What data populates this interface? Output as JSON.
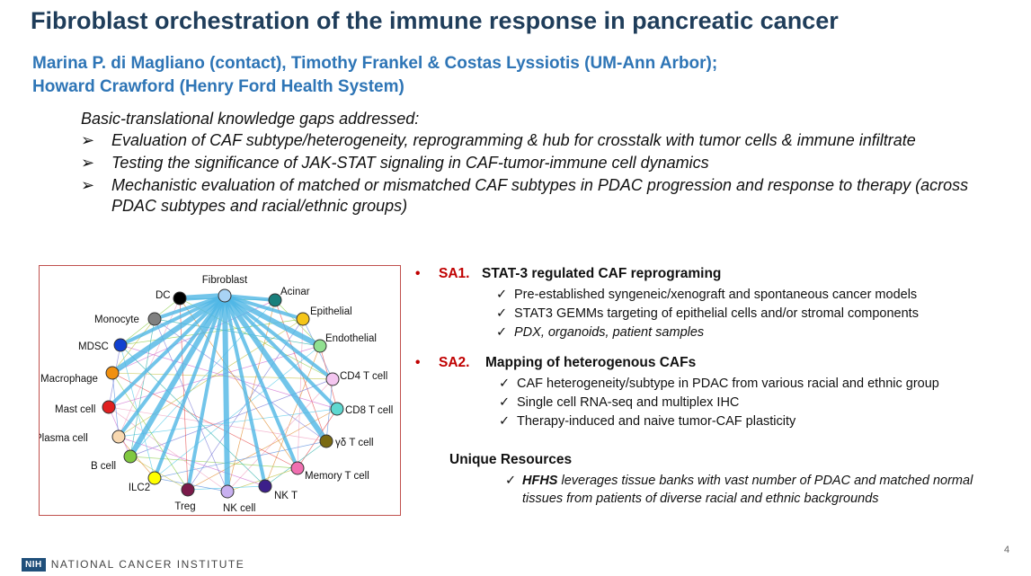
{
  "slide": {
    "title": "Fibroblast orchestration of the immune response in pancreatic cancer",
    "authors_line1": "Marina P. di Magliano (contact), Timothy Frankel & Costas Lyssiotis (UM-Ann Arbor);",
    "authors_line2": "Howard Crawford (Henry Ford Health System)",
    "page_number": "4"
  },
  "gaps": {
    "heading": "Basic-translational knowledge gaps addressed:",
    "bullet_glyph": "➢",
    "items": [
      "Evaluation of CAF subtype/heterogeneity, reprogramming & hub for crosstalk with tumor cells & immune infiltrate",
      "Testing the significance of JAK-STAT signaling in CAF-tumor-immune cell dynamics",
      "Mechanistic evaluation of matched or mismatched CAF subtypes in PDAC progression and response to therapy (across PDAC subtypes and racial/ethnic groups)"
    ]
  },
  "network": {
    "nodes": [
      {
        "label": "Fibroblast",
        "color": "#a9d3f5"
      },
      {
        "label": "Acinar",
        "color": "#1a7f7c"
      },
      {
        "label": "Epithelial",
        "color": "#f5c518"
      },
      {
        "label": "Endothelial",
        "color": "#90e090"
      },
      {
        "label": "CD4 T cell",
        "color": "#f4c6f0"
      },
      {
        "label": "CD8 T cell",
        "color": "#5fd8d0"
      },
      {
        "label": "γδ T cell",
        "color": "#7a6a12"
      },
      {
        "label": "Memory T cell",
        "color": "#f06fb0"
      },
      {
        "label": "NK T",
        "color": "#3c1f8a"
      },
      {
        "label": "NK cell",
        "color": "#c8b0f0"
      },
      {
        "label": "Treg",
        "color": "#7a1a4a"
      },
      {
        "label": "ILC2",
        "color": "#ffff00"
      },
      {
        "label": "B cell",
        "color": "#80c840"
      },
      {
        "label": "Plasma cell",
        "color": "#f8d8b0"
      },
      {
        "label": "Mast cell",
        "color": "#e02020"
      },
      {
        "label": "Macrophage",
        "color": "#f09010"
      },
      {
        "label": "MDSC",
        "color": "#1040d0"
      },
      {
        "label": "Monocyte",
        "color": "#808080"
      },
      {
        "label": "DC",
        "color": "#000000"
      }
    ]
  },
  "aims": [
    {
      "bullet": "•",
      "number": "SA1.",
      "heading": "STAT-3 regulated CAF reprograming",
      "items": [
        {
          "text": "Pre-established syngeneic/xenograft and spontaneous cancer models",
          "italic": false
        },
        {
          "text": "STAT3 GEMMs targeting of epithelial cells and/or stromal components",
          "italic": false
        },
        {
          "text": "PDX, organoids, patient samples",
          "italic": true
        }
      ]
    },
    {
      "bullet": "•",
      "number": "SA2.",
      "heading": "Mapping of heterogenous CAFs",
      "items": [
        {
          "text": "CAF heterogeneity/subtype in PDAC from various racial and ethnic group",
          "italic": false
        },
        {
          "text": "Single cell RNA-seq and multiplex IHC",
          "italic": false
        },
        {
          "text": "Therapy-induced and naive tumor-CAF plasticity",
          "italic": false
        }
      ]
    }
  ],
  "check_glyph": "✓",
  "resources": {
    "heading": "Unique Resources",
    "lead": "HFHS",
    "text": " leverages tissue banks with vast number of PDAC and matched normal tissues from patients of diverse racial and ethnic backgrounds"
  },
  "footer": {
    "logo_text": "NIH",
    "institute": "NATIONAL CANCER INSTITUTE"
  },
  "colors": {
    "title": "#1f3d5a",
    "authors": "#2e75b6",
    "aim_number": "#c00000",
    "network_border": "#c0504d",
    "hub_edge": "#4fb7e6"
  }
}
